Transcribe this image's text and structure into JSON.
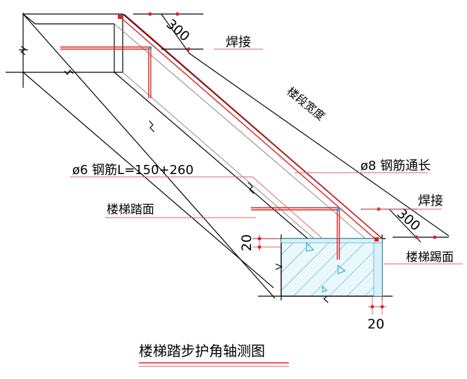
{
  "labels": {
    "weld_top": "焊接",
    "dim_300_top": "300",
    "stair_width": "楼段宽度",
    "rebar_phi6": "ø6 钢筋L=150+260",
    "rebar_phi8": "ø8 钢筋通长",
    "weld_bottom": "焊接",
    "dim_300_bottom": "300",
    "tread": "楼梯踏面",
    "riser": "楼梯踢面",
    "dim_20_left": "20",
    "dim_20_bottom": "20",
    "title": "楼梯踏步护角轴测图"
  },
  "colors": {
    "line": "#000000",
    "rebar": "#e02020",
    "leader": "#e06060",
    "hatch": "#1aa7c9",
    "concrete_fill": "#eaf7fb"
  }
}
